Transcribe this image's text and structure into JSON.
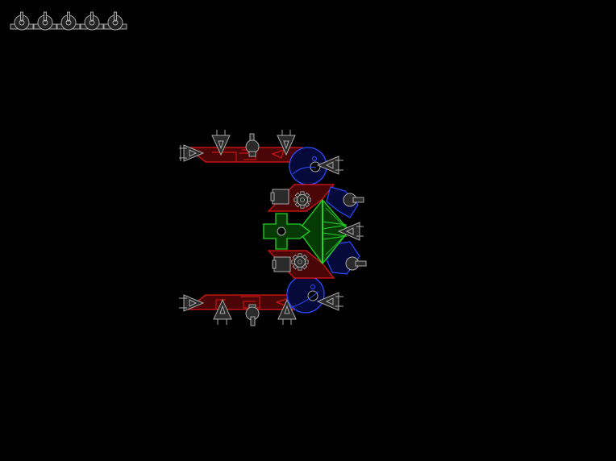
{
  "hud": {
    "lives_remaining": 5,
    "life_icon": "turret-icon"
  },
  "colors": {
    "background": "#000000",
    "hull_red_fill": "#4a0606",
    "hull_red_stroke": "#e01818",
    "shield_blue_fill": "#050a3a",
    "shield_blue_stroke": "#2a4cff",
    "core_green_fill": "#053a05",
    "core_green_stroke": "#22d422",
    "module_gray": "#a8a8a8",
    "module_gray_dark": "#2a2a2a"
  },
  "scene": {
    "enemy_ship": "boss-battleship",
    "parts": [
      "core",
      "upper-arm",
      "lower-arm",
      "shield-pods",
      "turrets",
      "thrusters",
      "gear-modules"
    ]
  }
}
